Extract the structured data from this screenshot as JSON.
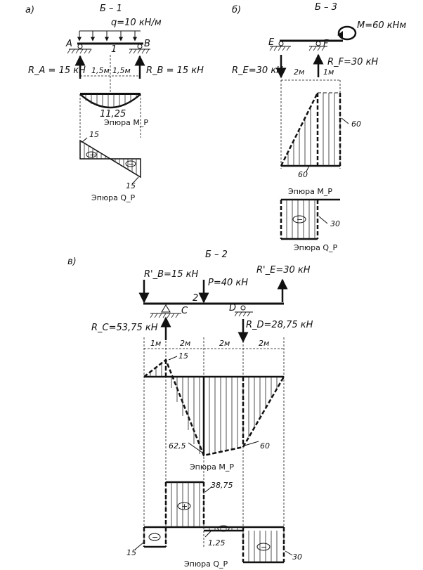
{
  "panel_a": {
    "letter": "a)",
    "title": "Б – 1",
    "load_q": "q=10 кН/м",
    "support_a": "A",
    "support_b": "B",
    "point_1": "1",
    "reaction_a": "R_A = 15 кН",
    "reaction_b": "R_B = 15 кН",
    "span_1": "1,5м",
    "span_2": "1,5м",
    "moment_max": "11,25",
    "moment_caption": "Эпюра M_P",
    "shear_left": "15",
    "shear_right": "15",
    "shear_caption": "Эпюра Q_P",
    "sign_plus": "+",
    "sign_minus": "−"
  },
  "panel_b": {
    "letter": "б)",
    "title": "Б – 3",
    "moment_load": "M=60 кНм",
    "support_e": "E",
    "support_f": "F",
    "reaction_e": "R_E=30 кН",
    "reaction_f": "R_F=30 кН",
    "span_1": "2м",
    "span_2": "1м",
    "moment_right": "60",
    "moment_bottom": "60",
    "moment_caption": "Эпюра M_P",
    "shear_value": "30",
    "shear_caption": "Эпюра Q_P",
    "sign_minus": "−"
  },
  "panel_c": {
    "letter": "в)",
    "title": "Б – 2",
    "load_rb": "R'_B=15 кН",
    "load_p": "P=40 кН",
    "load_re": "R'_E=30 кН",
    "point_2": "2",
    "support_c": "C",
    "support_d": "D",
    "reaction_c": "R_C=53,75 кН",
    "reaction_d": "R_D=28,75 кН",
    "spans": [
      "1м",
      "2м",
      "2м",
      "2м"
    ],
    "moment_peak": "15",
    "moment_mid": "62,5",
    "moment_right": "60",
    "moment_caption": "Эпюра M_P",
    "shear_top": "38,75",
    "shear_left": "15",
    "shear_mid": "1,25",
    "shear_right": "30",
    "shear_caption": "Эпюра Q_P",
    "sign_plus": "+",
    "sign_minus": "−"
  }
}
